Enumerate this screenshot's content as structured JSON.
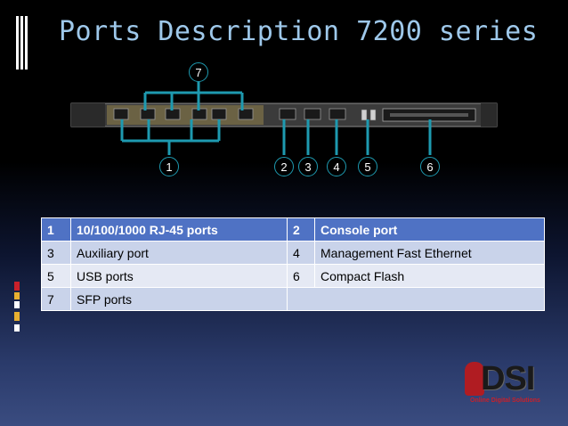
{
  "slide": {
    "title": "Ports Description 7200 series"
  },
  "diagram": {
    "labels": [
      {
        "id": "7",
        "text": "7"
      },
      {
        "id": "1",
        "text": "1"
      },
      {
        "id": "2",
        "text": "2"
      },
      {
        "id": "3",
        "text": "3"
      },
      {
        "id": "4",
        "text": "4"
      },
      {
        "id": "5",
        "text": "5"
      },
      {
        "id": "6",
        "text": "6"
      }
    ],
    "callout_color": "#1e9ab0"
  },
  "table": {
    "header": {
      "n1": "1",
      "p1": "10/100/1000 RJ-45 ports",
      "n2": "2",
      "p2": "Console port"
    },
    "rows": [
      {
        "n1": "3",
        "p1": "Auxiliary port",
        "n2": "4",
        "p2": "Management Fast Ethernet"
      },
      {
        "n1": "5",
        "p1": "USB ports",
        "n2": "6",
        "p2": "Compact Flash"
      },
      {
        "n1": "7",
        "p1": "SFP ports",
        "n2": "",
        "p2": ""
      }
    ],
    "header_color": "#4f72c4",
    "row_colors": [
      "#c9d3ea",
      "#e5e9f4"
    ]
  },
  "logo": {
    "text": "DSI",
    "subtitle": "Online Digital Solutions"
  }
}
